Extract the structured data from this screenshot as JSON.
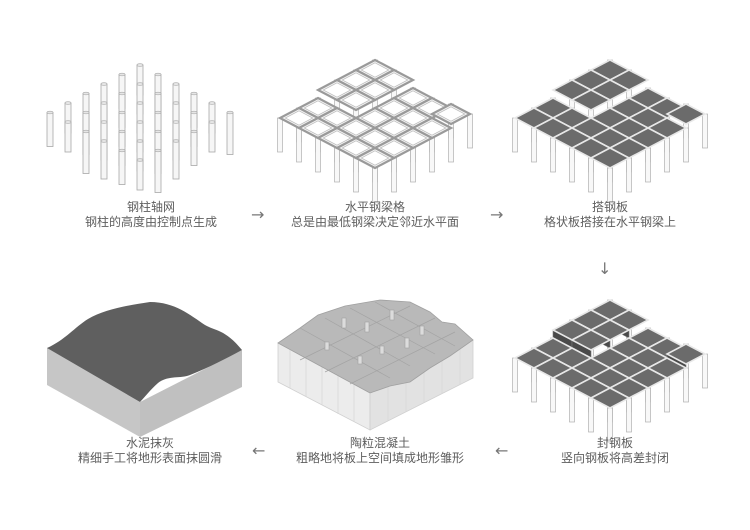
{
  "diagram": {
    "title": "Terrain construction process",
    "colors": {
      "background": "#ffffff",
      "column_stroke": "#a8a8a8",
      "column_fill": "#f4f4f4",
      "plate_fill": "#6b6b6b",
      "concrete_fill": "#b5b5b5",
      "cement_top": "#5f5f5f",
      "cement_side": "#c4c4c4",
      "text": "#5e5e5e",
      "arrow": "#777777"
    },
    "steps": [
      {
        "id": 1,
        "title": "钢柱轴网",
        "desc": "钢柱的高度由控制点生成"
      },
      {
        "id": 2,
        "title": "水平钢梁格",
        "desc": "总是由最低钢梁决定邻近水平面"
      },
      {
        "id": 3,
        "title": "搭钢板",
        "desc": "格状板搭接在水平钢梁上"
      },
      {
        "id": 4,
        "title": "封钢板",
        "desc": "竖向钢板将高差封闭"
      },
      {
        "id": 5,
        "title": "陶粒混凝土",
        "desc": "粗略地将板上空间填成地形雏形"
      },
      {
        "id": 6,
        "title": "水泥抹灰",
        "desc": "精细手工将地形表面抹圆滑"
      }
    ],
    "arrows": [
      {
        "from": 1,
        "to": 2,
        "glyph": "→",
        "icon": "arrow-right-icon"
      },
      {
        "from": 2,
        "to": 3,
        "glyph": "→",
        "icon": "arrow-right-icon"
      },
      {
        "from": 3,
        "to": 4,
        "glyph": "↓",
        "icon": "arrow-down-icon"
      },
      {
        "from": 4,
        "to": 5,
        "glyph": "←",
        "icon": "arrow-left-icon"
      },
      {
        "from": 5,
        "to": 6,
        "glyph": "←",
        "icon": "arrow-left-icon"
      }
    ]
  }
}
